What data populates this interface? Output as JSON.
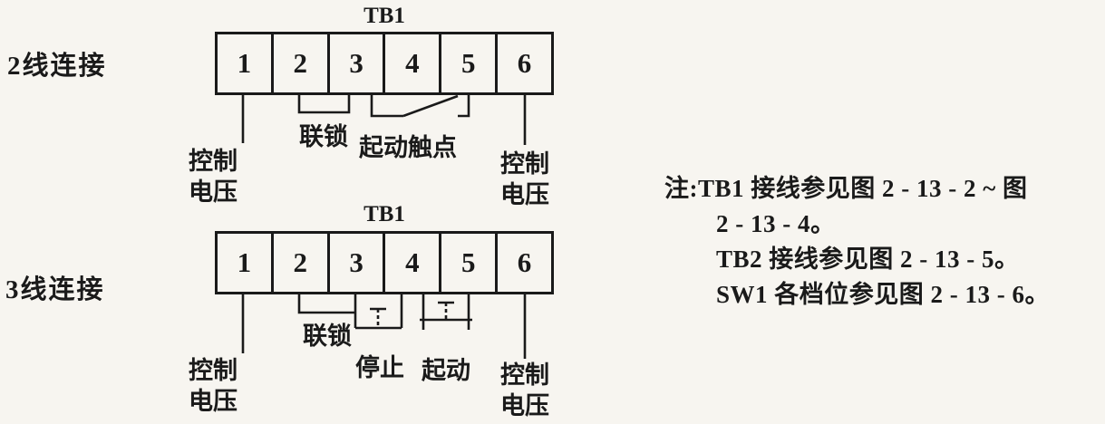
{
  "page": {
    "background": "#f7f5f0",
    "ink": "#1a1a1a"
  },
  "diagrams": {
    "two_wire": {
      "row_label": "2线连接",
      "block_title": "TB1",
      "terminals": [
        "1",
        "2",
        "3",
        "4",
        "5",
        "6"
      ],
      "labels": {
        "left_voltage": "控制\n电压",
        "interlock": "联锁",
        "start_contact": "起动触点",
        "right_voltage": "控制\n电压"
      }
    },
    "three_wire": {
      "row_label": "3线连接",
      "block_title": "TB1",
      "terminals": [
        "1",
        "2",
        "3",
        "4",
        "5",
        "6"
      ],
      "labels": {
        "left_voltage": "控制\n电压",
        "interlock": "联锁",
        "stop": "停止",
        "start": "起动",
        "right_voltage": "控制\n电压"
      }
    }
  },
  "notes": {
    "line1": "注:TB1 接线参见图 2 - 13 - 2 ~ 图",
    "line2": "2 - 13 - 4。",
    "line3": "TB2 接线参见图 2 - 13 - 5。",
    "line4": "SW1 各档位参见图 2 - 13 - 6。"
  }
}
